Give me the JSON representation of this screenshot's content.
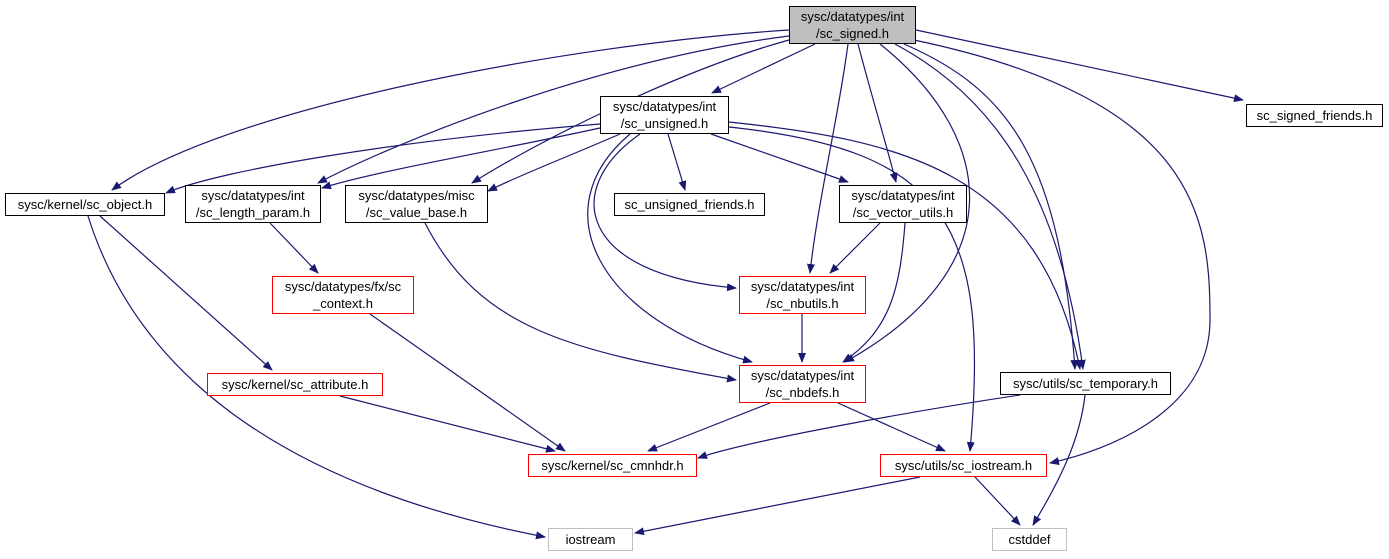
{
  "colors": {
    "edge": "#191970",
    "root_fill": "#bfbfbf",
    "box_border": "#000000",
    "incomplete_border": "#ff0000",
    "system_border": "#bfbfbf"
  },
  "nodes": {
    "sc_signed": "sysc/datatypes/int\n/sc_signed.h",
    "sc_unsigned": "sysc/datatypes/int\n/sc_unsigned.h",
    "sc_signed_friends": "sc_signed_friends.h",
    "sc_object": "sysc/kernel/sc_object.h",
    "sc_length_param": "sysc/datatypes/int\n/sc_length_param.h",
    "sc_value_base": "sysc/datatypes/misc\n/sc_value_base.h",
    "sc_unsigned_friends": "sc_unsigned_friends.h",
    "sc_vector_utils": "sysc/datatypes/int\n/sc_vector_utils.h",
    "sc_context": "sysc/datatypes/fx/sc\n_context.h",
    "sc_nbutils": "sysc/datatypes/int\n/sc_nbutils.h",
    "sc_attribute": "sysc/kernel/sc_attribute.h",
    "sc_nbdefs": "sysc/datatypes/int\n/sc_nbdefs.h",
    "sc_temporary": "sysc/utils/sc_temporary.h",
    "sc_cmnhdr": "sysc/kernel/sc_cmnhdr.h",
    "sc_iostream": "sysc/utils/sc_iostream.h",
    "iostream": "iostream",
    "cstddef": "cstddef"
  }
}
